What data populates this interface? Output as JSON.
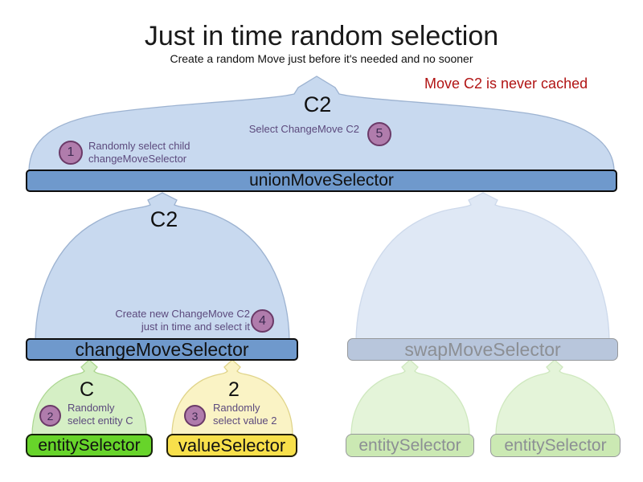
{
  "header": {
    "title": "Just in time random selection",
    "subtitle": "Create a random Move just before it's needed and no sooner",
    "note": "Move C2 is never cached"
  },
  "moves": {
    "union_c2": "C2",
    "change_c2": "C2",
    "entity_c": "C",
    "value_2": "2"
  },
  "steps": {
    "s1": {
      "num": "1",
      "line1": "Randomly select child",
      "line2": "changeMoveSelector"
    },
    "s2": {
      "num": "2",
      "line1": "Randomly",
      "line2": "select entity C"
    },
    "s3": {
      "num": "3",
      "line1": "Randomly",
      "line2": "select value 2"
    },
    "s4": {
      "num": "4",
      "line1": "Create new ChangeMove C2",
      "line2": "just in time and select it"
    },
    "s5": {
      "num": "5",
      "line1": "Select ChangeMove C2"
    }
  },
  "selectors": {
    "union": "unionMoveSelector",
    "change": "changeMoveSelector",
    "swap": "swapMoveSelector",
    "entity": "entitySelector",
    "value": "valueSelector",
    "entity2": "entitySelector",
    "entity3": "entitySelector"
  },
  "colors": {
    "note_red": "#b11414",
    "annotation_purple": "#5c4a7d",
    "badge_fill": "#b07cac",
    "badge_border": "#6b3a68",
    "blue_bar": "#6f99cc",
    "blue_funnel": "#c8d9ef",
    "faded_blue_bar": "#b8c6dc",
    "faded_blue_funnel": "#dfe8f5",
    "green_bar": "#67d42a",
    "green_funnel": "#d5efc5",
    "faded_green_bar": "#cbe9b3",
    "faded_green_funnel": "#e4f4d9",
    "yellow_bar": "#f8e04b",
    "yellow_funnel": "#faf3c5"
  }
}
